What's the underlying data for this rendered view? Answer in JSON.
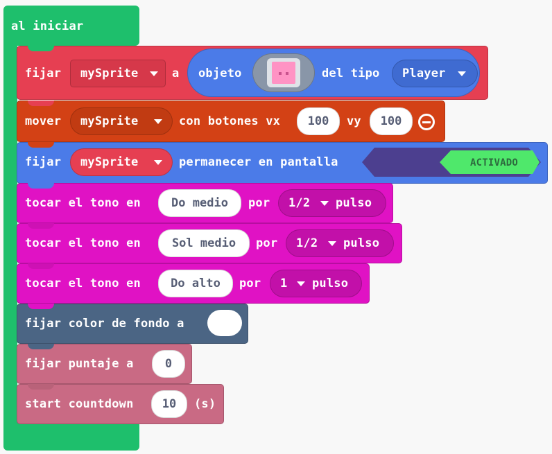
{
  "colors": {
    "event": "#1ebf6c",
    "sprites": "#e63f52",
    "sprites_dark": "#d6384a",
    "controller": "#d34115",
    "controller_dark": "#c13b12",
    "object": "#4b7be8",
    "object_dark": "#3f6bd1",
    "music": "#e012c4",
    "music_dark": "#c210a9",
    "scene": "#4b6584",
    "info": "#c96a84",
    "toggle_on": "#4fe86b",
    "toggle_bg": "#4c3f8f"
  },
  "hat": {
    "label": "al iniciar"
  },
  "blocks": {
    "set_sprite": {
      "label_fijar": "fijar",
      "variable": "mySprite",
      "label_a": "a",
      "label_objeto": "objeto",
      "label_del_tipo": "del tipo",
      "kind": "Player"
    },
    "move_sprite": {
      "label_mover": "mover",
      "variable": "mySprite",
      "label_con_botones": "con botones vx",
      "vx": "100",
      "label_vy": "vy",
      "vy": "100"
    },
    "stay_in_screen": {
      "label_fijar": "fijar",
      "variable": "mySprite",
      "label_permanecer": "permanecer en pantalla",
      "toggle": "ACTIVADO"
    },
    "tones": [
      {
        "label": "tocar el tono en",
        "note": "Do medio",
        "label_por": "por",
        "beat": "1/2",
        "label_pulso": "pulso"
      },
      {
        "label": "tocar el tono en",
        "note": "Sol medio",
        "label_por": "por",
        "beat": "1/2",
        "label_pulso": "pulso"
      },
      {
        "label": "tocar el tono en",
        "note": "Do alto",
        "label_por": "por",
        "beat": "1",
        "label_pulso": "pulso"
      }
    ],
    "background": {
      "label": "fijar color de fondo a"
    },
    "score": {
      "label": "fijar puntaje a",
      "value": "0"
    },
    "countdown": {
      "label": "start countdown",
      "value": "10",
      "unit": "(s)"
    }
  }
}
